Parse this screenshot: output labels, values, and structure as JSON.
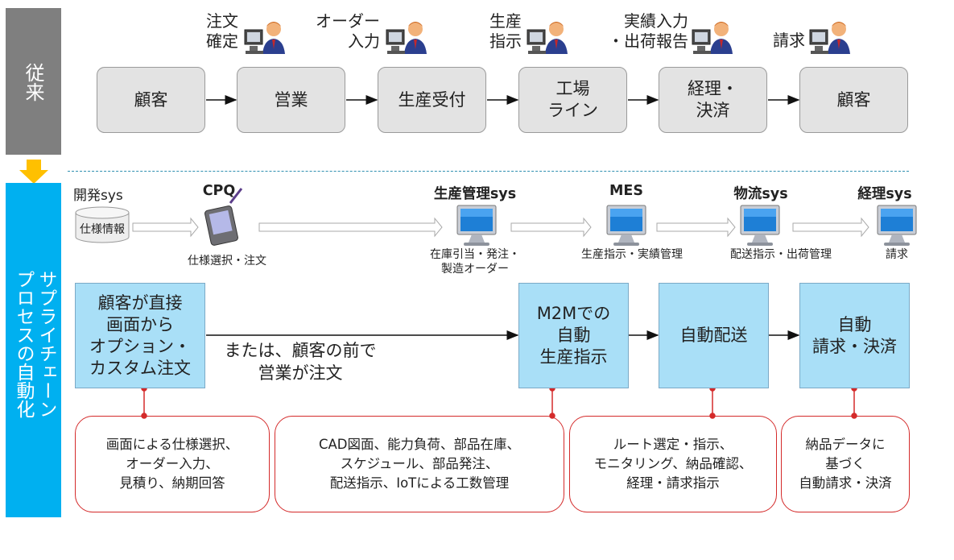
{
  "bands": {
    "traditional": "従来",
    "automation": "サプライチェーンプロセスの自動化"
  },
  "traditional_flow": [
    {
      "role": "",
      "box": "顧客"
    },
    {
      "role": "注文\n確定",
      "box": "営業"
    },
    {
      "role": "オーダー\n入力",
      "box": "生産受付"
    },
    {
      "role": "生産\n指示",
      "box": "工場\nライン"
    },
    {
      "role": "実績入力\n・出荷報告",
      "box": "経理・\n決済"
    },
    {
      "role": "請求",
      "box": "顧客"
    }
  ],
  "systems": {
    "dev": {
      "label": "開発sys",
      "db": "仕様情報"
    },
    "items": [
      {
        "name": "CPQ",
        "caption": "仕様選択・注文"
      },
      {
        "name": "生産管理sys",
        "caption": "在庫引当・発注・\n製造オーダー"
      },
      {
        "name": "MES",
        "caption": "生産指示・実績管理"
      },
      {
        "name": "物流sys",
        "caption": "配送指示・出荷管理"
      },
      {
        "name": "経理sys",
        "caption": "請求"
      }
    ]
  },
  "automation": {
    "customer_box": "顧客が直接\n画面から\nオプション・\nカスタム注文",
    "alt_text": "または、顧客の前で\n営業が注文",
    "boxes": [
      "M2Mでの\n自動\n生産指示",
      "自動配送",
      "自動\n請求・決済"
    ]
  },
  "notes": [
    "画面による仕様選択、\nオーダー入力、\n見積り、納期回答",
    "CAD図面、能力負荷、部品在庫、\nスケジュール、部品発注、\n配送指示、IoTによる工数管理",
    "ルート選定・指示、\nモニタリング、納品確認、\n経理・請求指示",
    "納品データに\n基づく\n自動請求・決済"
  ],
  "colors": {
    "gray_band": "#7f7f7f",
    "blue_band": "#00b0f0",
    "gray_box": "#e3e3e3",
    "blue_box": "#a9dff7",
    "red": "#d42a2a",
    "arrow_orange": "#ffc000"
  }
}
